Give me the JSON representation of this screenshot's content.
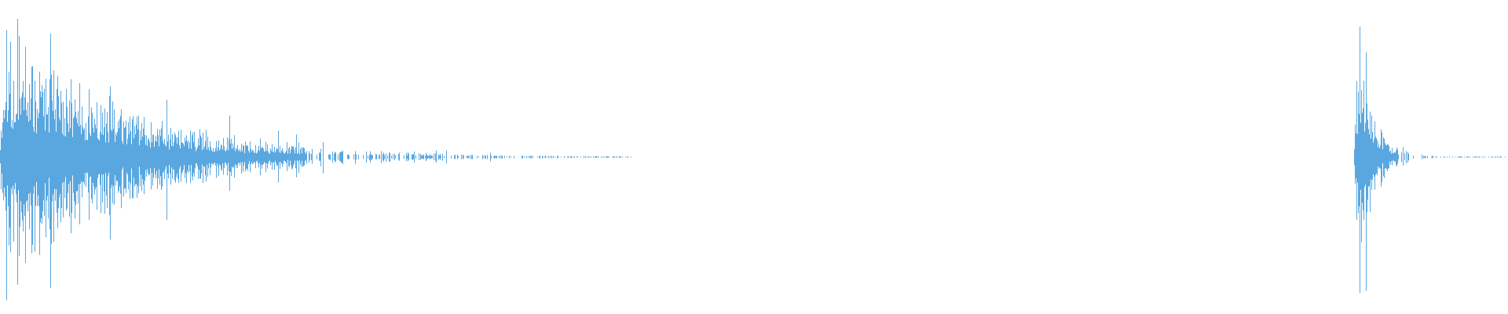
{
  "waveform": {
    "color": "#5aa7e0",
    "background": "#ffffff",
    "bursts": [
      {
        "name": "burst-1",
        "start": 0.0,
        "end": 0.418,
        "peak": 0.98,
        "decay": 5.2,
        "seed": 11
      },
      {
        "name": "burst-2",
        "start": 0.898,
        "end": 1.0,
        "peak": 1.0,
        "decay": 9.0,
        "seed": 29
      }
    ]
  }
}
